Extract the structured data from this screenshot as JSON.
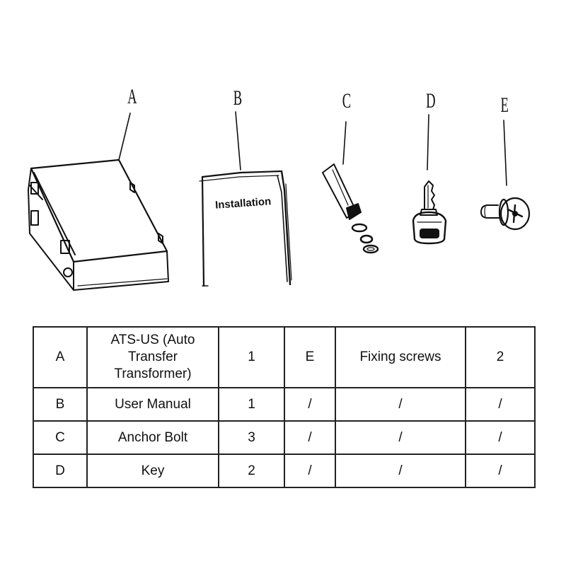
{
  "labels": {
    "a": "A",
    "b": "B",
    "c": "C",
    "d": "D",
    "e": "E"
  },
  "manual_cover_text": "Installation",
  "table": {
    "rows": [
      [
        "A",
        "ATS-US (Auto Transfer Transformer)",
        "1",
        "E",
        "Fixing screws",
        "2"
      ],
      [
        "B",
        "User Manual",
        "1",
        "/",
        "/",
        "/"
      ],
      [
        "C",
        "Anchor Bolt",
        "3",
        "/",
        "/",
        "/"
      ],
      [
        "D",
        "Key",
        "2",
        "/",
        "/",
        "/"
      ]
    ]
  }
}
